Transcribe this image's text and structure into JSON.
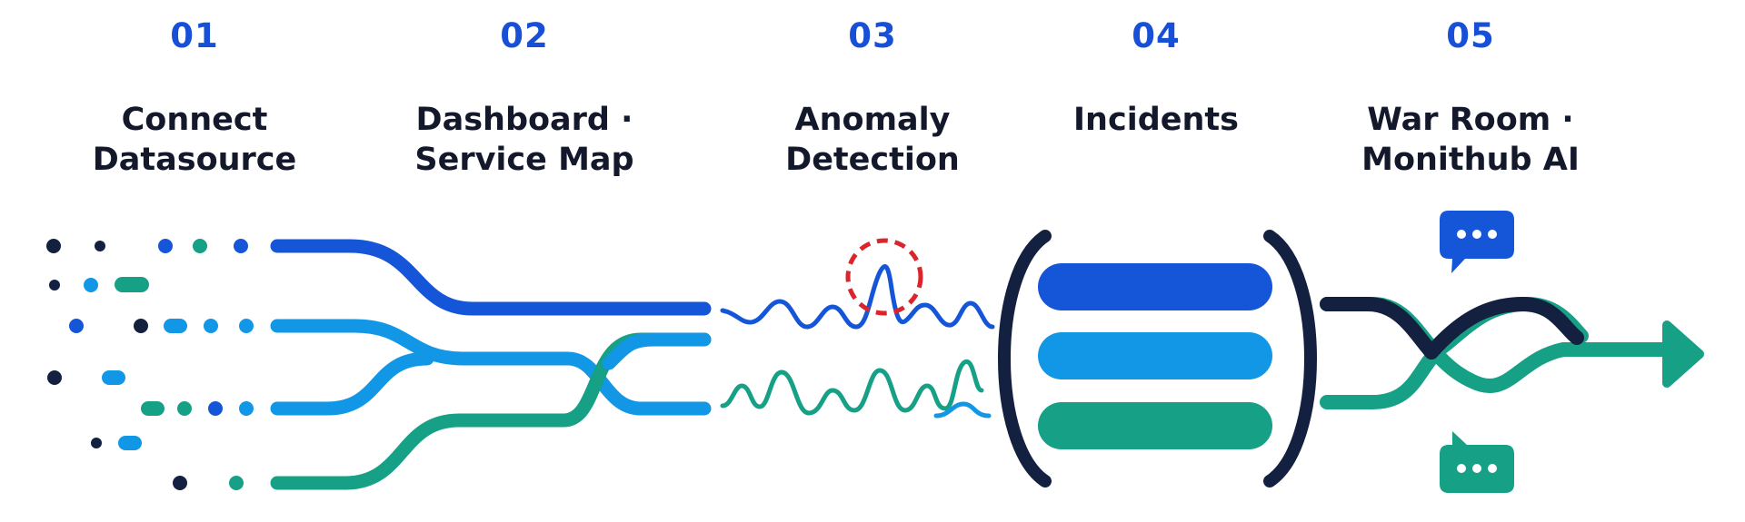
{
  "colors": {
    "navy": "#13203f",
    "blue": "#1556d8",
    "sky": "#1297e6",
    "teal": "#16a085",
    "alert": "#d9252b"
  },
  "steps": [
    {
      "number": "01",
      "line1": "Connect",
      "line2": "Datasource"
    },
    {
      "number": "02",
      "line1": "Dashboard ·",
      "line2": "Service Map"
    },
    {
      "number": "03",
      "line1": "Anomaly",
      "line2": "Detection"
    },
    {
      "number": "04",
      "line1": "Incidents",
      "line2": ""
    },
    {
      "number": "05",
      "line1": "War Room ·",
      "line2": "Monithub AI"
    }
  ],
  "icons": {
    "anomaly_marker": "dashed-circle-icon",
    "chat_top": "chat-bubble-icon",
    "chat_bottom": "chat-bubble-icon",
    "output_arrow": "arrow-right-icon"
  }
}
